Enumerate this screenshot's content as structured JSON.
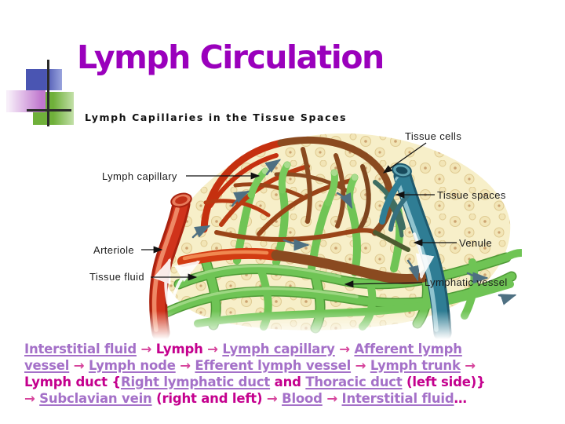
{
  "slide": {
    "title": "Lymph Circulation"
  },
  "theme": {
    "title_color": "#9A00BC",
    "heading_color": "#111111",
    "label_color": "#1B1B1B",
    "link_color": "#A470C8",
    "flow_bold_color": "#C4008E",
    "flow_arrow_color": "#D6439B",
    "decor_blue": "#4A55B2",
    "decor_green": "#6FB03A",
    "decor_purple": "#C077CE",
    "arteriole_red": "#D0331B",
    "venule_teal": "#2F7D94",
    "lymph_green": "#6FC455",
    "capillary_brown": "#8A4A20",
    "tissue_cream": "#F7EFC9"
  },
  "figure": {
    "heading": "Lymph Capillaries in the Tissue Spaces",
    "labels": {
      "tissue_cells": "Tissue cells",
      "lymph_capillary": "Lymph capillary",
      "tissue_spaces": "Tissue spaces",
      "venule": "Venule",
      "arteriole": "Arteriole",
      "tissue_fluid": "Tissue fluid",
      "lymphatic_vessel": "Lymphatic vessel"
    }
  },
  "flow": {
    "segments": [
      {
        "text": "Interstitial fluid",
        "style": "link"
      },
      {
        "text": " → ",
        "style": "arrow"
      },
      {
        "text": "Lymph",
        "style": "bold"
      },
      {
        "text": " → ",
        "style": "arrow"
      },
      {
        "text": "Lymph capillary",
        "style": "link"
      },
      {
        "text": " → ",
        "style": "arrow"
      },
      {
        "text": "Afferent lymph",
        "style": "link",
        "br": true
      },
      {
        "text": "vessel",
        "style": "link"
      },
      {
        "text": " → ",
        "style": "arrow"
      },
      {
        "text": "Lymph node",
        "style": "link"
      },
      {
        "text": " → ",
        "style": "arrow"
      },
      {
        "text": "Efferent lymph vessel",
        "style": "link"
      },
      {
        "text": " → ",
        "style": "arrow"
      },
      {
        "text": "Lymph trunk",
        "style": "link"
      },
      {
        "text": " →",
        "style": "arrow",
        "br": true
      },
      {
        "text": "Lymph duct {",
        "style": "bold"
      },
      {
        "text": "Right lymphatic duct",
        "style": "link"
      },
      {
        "text": " and ",
        "style": "bold"
      },
      {
        "text": "Thoracic duct",
        "style": "link"
      },
      {
        "text": " (left side)}",
        "style": "bold",
        "br": true
      },
      {
        "text": "→ ",
        "style": "arrow"
      },
      {
        "text": "Subclavian vein",
        "style": "link"
      },
      {
        "text": " (right and left) ",
        "style": "bold"
      },
      {
        "text": "→ ",
        "style": "arrow"
      },
      {
        "text": "Blood",
        "style": "link"
      },
      {
        "text": " → ",
        "style": "arrow"
      },
      {
        "text": "Interstitial fluid",
        "style": "link"
      },
      {
        "text": "…",
        "style": "bold"
      }
    ]
  }
}
